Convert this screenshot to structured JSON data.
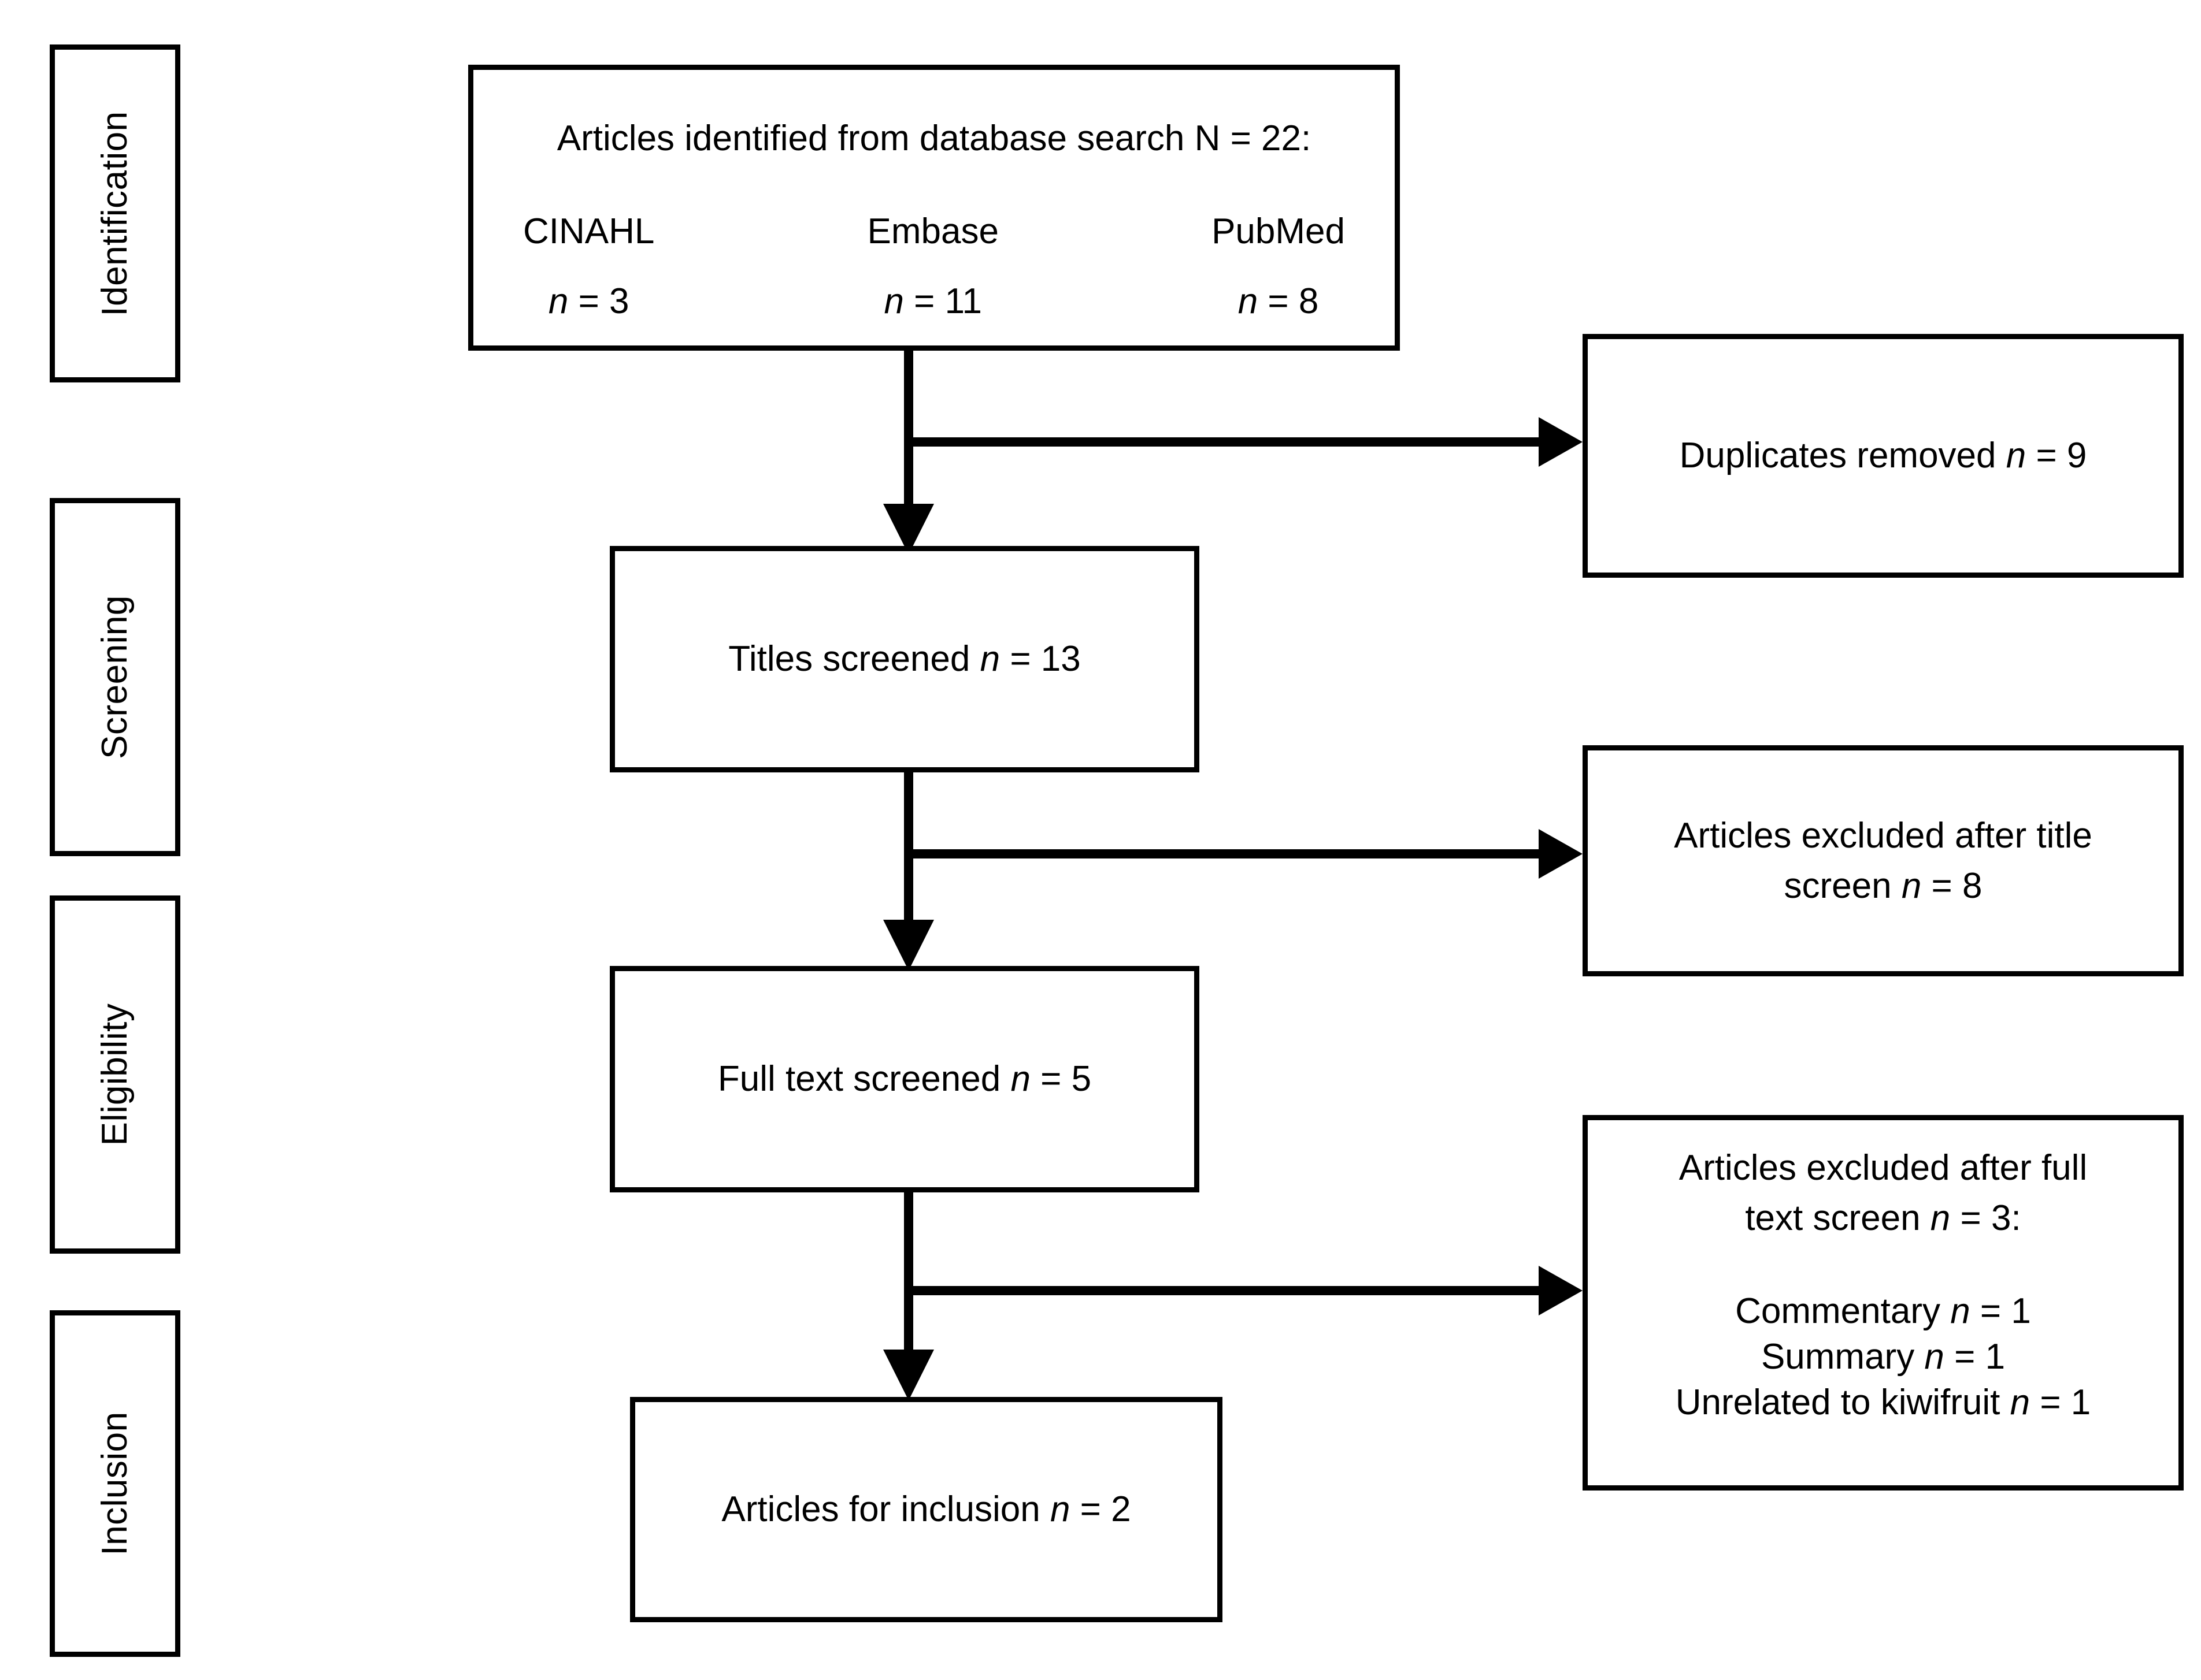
{
  "figure": {
    "type": "prisma-flow-diagram",
    "background_color": "#ffffff",
    "line_color": "#000000"
  },
  "stages": [
    {
      "id": "identification",
      "label": "Identification"
    },
    {
      "id": "screening",
      "label": "Screening"
    },
    {
      "id": "eligibility",
      "label": "Eligibility"
    },
    {
      "id": "inclusion",
      "label": "Inclusion"
    }
  ],
  "flow": {
    "identified": {
      "heading": "Articles identified from database search N = 22:",
      "total_n": 22,
      "databases": [
        {
          "name": "CINAHL",
          "count_label": "n = 3",
          "n": 3
        },
        {
          "name": "Embase",
          "count_label": "n = 11",
          "n": 11
        },
        {
          "name": "PubMed",
          "count_label": "n = 8",
          "n": 8
        }
      ]
    },
    "duplicates_removed": {
      "text_before": "Duplicates removed ",
      "count_label": "n = 9",
      "n": 9
    },
    "titles_screened": {
      "text_before": "Titles screened ",
      "count_label": "n = 13",
      "n": 13
    },
    "excluded_after_title": {
      "line1": "Articles excluded after title",
      "line2_before": "screen ",
      "line2_count": "n = 8",
      "n": 8
    },
    "full_text_screened": {
      "text_before": "Full text screened ",
      "count_label": "n = 5",
      "n": 5
    },
    "excluded_after_full_text": {
      "line1": "Articles excluded after full",
      "line2_before": "text screen ",
      "line2_count": "n = 3:",
      "n": 3,
      "reasons": [
        {
          "label": "Commentary ",
          "count_label": "n = 1",
          "n": 1
        },
        {
          "label": "Summary ",
          "count_label": "n = 1",
          "n": 1
        },
        {
          "label": "Unrelated to kiwifruit ",
          "count_label": "n = 1",
          "n": 1
        }
      ]
    },
    "articles_included": {
      "text_before": "Articles for inclusion ",
      "count_label": "n = 2",
      "n": 2
    }
  }
}
